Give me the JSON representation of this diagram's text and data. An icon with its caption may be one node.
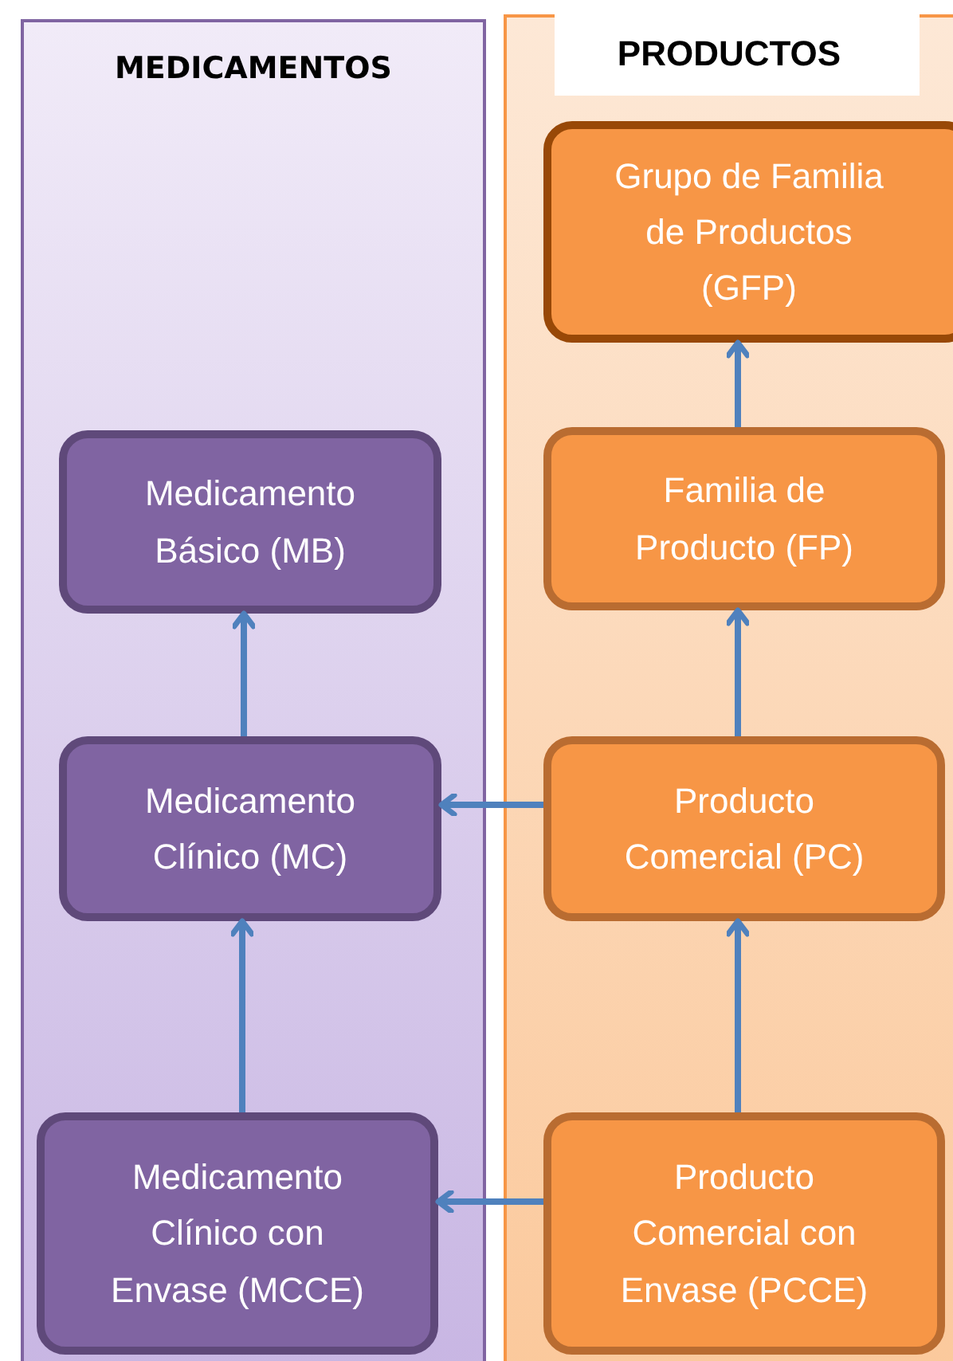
{
  "diagram": {
    "nodes": [
      {
        "text": [
          "MEDICAMENTOS"
        ]
      },
      {
        "text": [
          "PRODUCTOS"
        ]
      },
      {
        "text": [
          "Medicamento Básico (MB)"
        ],
        "in": 0
      },
      {
        "text": [
          "Medicamento Clínico (MC)"
        ],
        "in": 0
      },
      {
        "text": [
          "Medicamento Clínico con Envase (MCCE)"
        ],
        "in": 0
      },
      {
        "text": [
          "Grupo de Familia de Productos (GFP)"
        ],
        "in": 1
      },
      {
        "text": [
          "Familia de Producto (FP)"
        ],
        "in": 1
      },
      {
        "text": [
          "Producto Comercial (PC)"
        ],
        "in": 1
      },
      {
        "text": [
          "Producto Comercial con Envase (PCCE)"
        ],
        "in": 1
      }
    ],
    "edges": [
      {
        "from": 6,
        "to": 5,
        "arrow": "to"
      },
      {
        "from": 3,
        "to": 2,
        "arrow": "to"
      },
      {
        "from": 7,
        "to": 6,
        "arrow": "to"
      },
      {
        "from": 7,
        "to": 3,
        "arrow": "to"
      },
      {
        "from": 4,
        "to": 3,
        "arrow": "to"
      },
      {
        "from": 8,
        "to": 7,
        "arrow": "to"
      },
      {
        "from": 8,
        "to": 4,
        "arrow": "to"
      }
    ]
  }
}
